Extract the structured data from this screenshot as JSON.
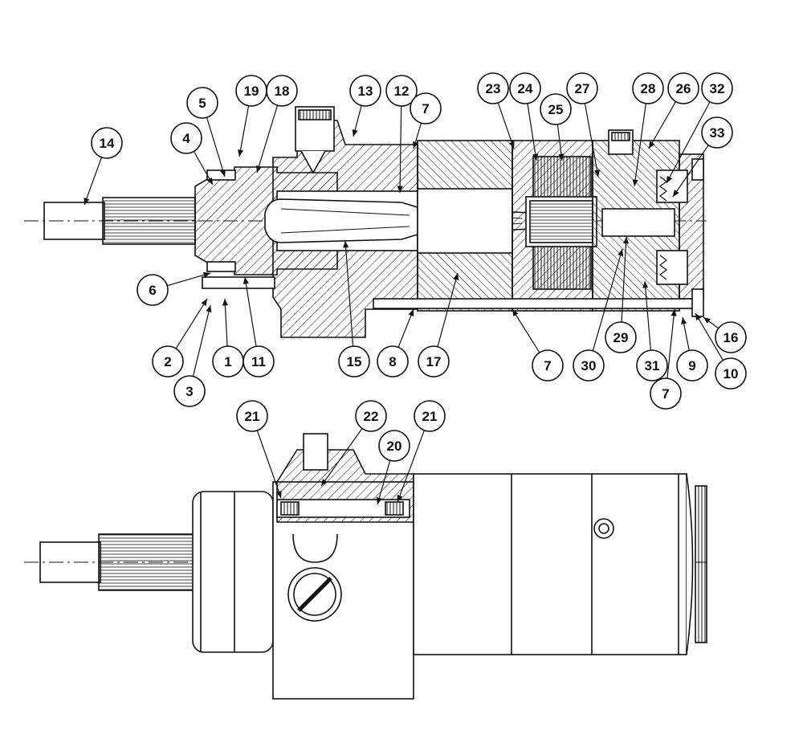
{
  "diagram": {
    "section_view": {
      "callouts": [
        {
          "id": "14",
          "label": "14"
        },
        {
          "id": "4",
          "label": "4"
        },
        {
          "id": "5",
          "label": "5"
        },
        {
          "id": "19",
          "label": "19"
        },
        {
          "id": "18",
          "label": "18"
        },
        {
          "id": "13",
          "label": "13"
        },
        {
          "id": "12",
          "label": "12"
        },
        {
          "id": "7a",
          "label": "7"
        },
        {
          "id": "23",
          "label": "23"
        },
        {
          "id": "24",
          "label": "24"
        },
        {
          "id": "25",
          "label": "25"
        },
        {
          "id": "27",
          "label": "27"
        },
        {
          "id": "28",
          "label": "28"
        },
        {
          "id": "26",
          "label": "26"
        },
        {
          "id": "32",
          "label": "32"
        },
        {
          "id": "33",
          "label": "33"
        },
        {
          "id": "6",
          "label": "6"
        },
        {
          "id": "2",
          "label": "2"
        },
        {
          "id": "3",
          "label": "3"
        },
        {
          "id": "1",
          "label": "1"
        },
        {
          "id": "11",
          "label": "11"
        },
        {
          "id": "15",
          "label": "15"
        },
        {
          "id": "8",
          "label": "8"
        },
        {
          "id": "17",
          "label": "17"
        },
        {
          "id": "7b",
          "label": "7"
        },
        {
          "id": "30",
          "label": "30"
        },
        {
          "id": "29",
          "label": "29"
        },
        {
          "id": "31",
          "label": "31"
        },
        {
          "id": "9",
          "label": "9"
        },
        {
          "id": "16",
          "label": "16"
        },
        {
          "id": "10",
          "label": "10"
        },
        {
          "id": "7c",
          "label": "7"
        }
      ]
    },
    "exterior_view": {
      "callouts": [
        {
          "id": "21a",
          "label": "21"
        },
        {
          "id": "22",
          "label": "22"
        },
        {
          "id": "20",
          "label": "20"
        },
        {
          "id": "21b",
          "label": "21"
        }
      ]
    }
  },
  "colors": {
    "line": "#111111",
    "background": "#ffffff"
  }
}
